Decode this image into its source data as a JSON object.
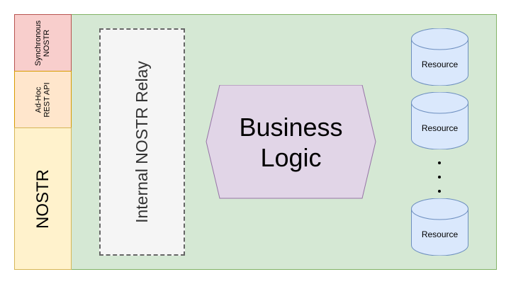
{
  "layers": {
    "synchronous_nostr": [
      "Synchronous",
      "NOSTR"
    ],
    "adhoc_rest_api": [
      "Ad-Hoc",
      "REST API"
    ],
    "nostr": "NOSTR"
  },
  "relay": {
    "label": "Internal NOSTR Relay"
  },
  "business_logic": {
    "lines": [
      "Business",
      "Logic"
    ]
  },
  "resources": [
    {
      "label": "Resource"
    },
    {
      "label": "Resource"
    },
    {
      "label": "Resource"
    }
  ],
  "colors": {
    "main_panel_fill": "#d5e8d4",
    "main_panel_stroke": "#82b366",
    "sync_fill": "#f8cecc",
    "adhoc_fill": "#ffe6cc",
    "nostr_fill": "#fff2cc",
    "relay_fill": "#f5f5f5",
    "logic_fill": "#e1d5e7",
    "logic_stroke": "#9673a6",
    "resource_fill": "#dae8fc",
    "resource_stroke": "#6c8ebf"
  }
}
